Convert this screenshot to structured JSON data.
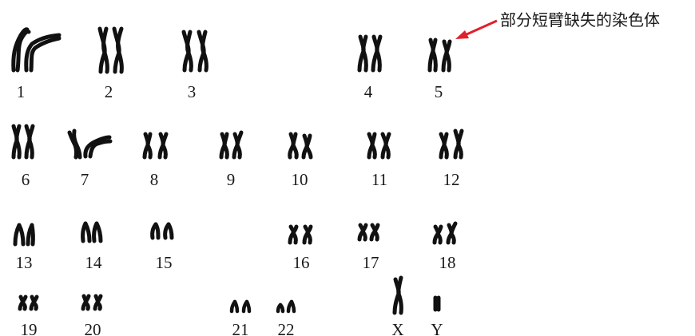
{
  "pairs": [
    {
      "label": "1"
    },
    {
      "label": "2"
    },
    {
      "label": "3"
    },
    {
      "label": "4"
    },
    {
      "label": "5"
    },
    {
      "label": "6"
    },
    {
      "label": "7"
    },
    {
      "label": "8"
    },
    {
      "label": "9"
    },
    {
      "label": "10"
    },
    {
      "label": "11"
    },
    {
      "label": "12"
    },
    {
      "label": "13"
    },
    {
      "label": "14"
    },
    {
      "label": "15"
    },
    {
      "label": "16"
    },
    {
      "label": "17"
    },
    {
      "label": "18"
    },
    {
      "label": "19"
    },
    {
      "label": "20"
    },
    {
      "label": "21"
    },
    {
      "label": "22"
    },
    {
      "label": "X"
    },
    {
      "label": "Y"
    }
  ],
  "annotation": {
    "text": "部分短臂缺失的染色体",
    "arrow_color": "#e0202a"
  }
}
